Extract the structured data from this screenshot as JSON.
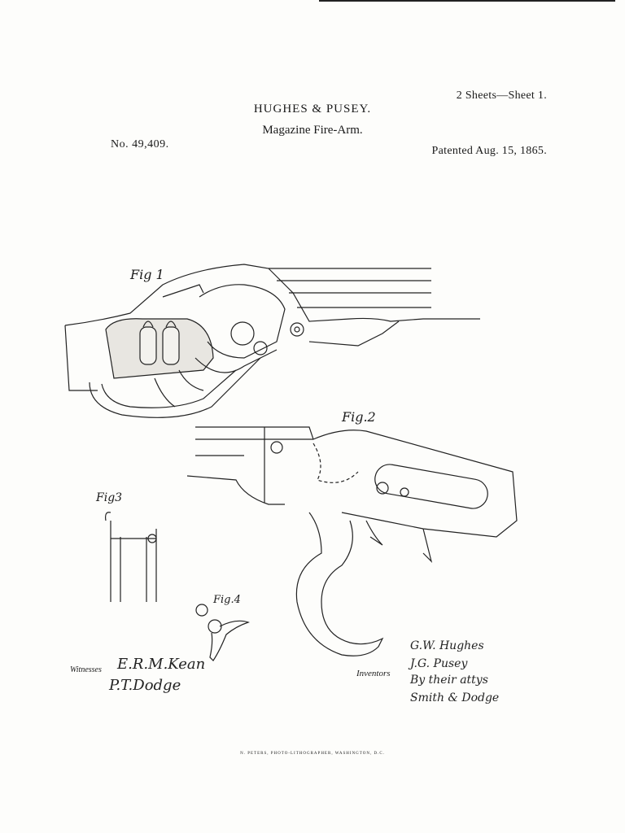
{
  "header": {
    "sheets": "2 Sheets—Sheet 1.",
    "title": "HUGHES & PUSEY.",
    "subtitle": "Magazine Fire-Arm.",
    "patent_number": "No. 49,409.",
    "patent_date": "Patented Aug. 15, 1865."
  },
  "figures": {
    "fig1": "Fig 1",
    "fig2": "Fig.2",
    "fig3": "Fig3",
    "fig4": "Fig.4"
  },
  "signatures": {
    "witnesses_label": "Witnesses",
    "witness_1": "E.R.M.Kean",
    "witness_2": "P.T.Dodge",
    "inventors_label": "Inventors",
    "inventor_1": "G.W. Hughes",
    "inventor_2": "J.G. Pusey",
    "inventor_3": "By their attys",
    "inventor_4": "Smith & Dodge"
  },
  "imprint": "N. PETERS, PHOTO-LITHOGRAPHER, WASHINGTON, D.C."
}
